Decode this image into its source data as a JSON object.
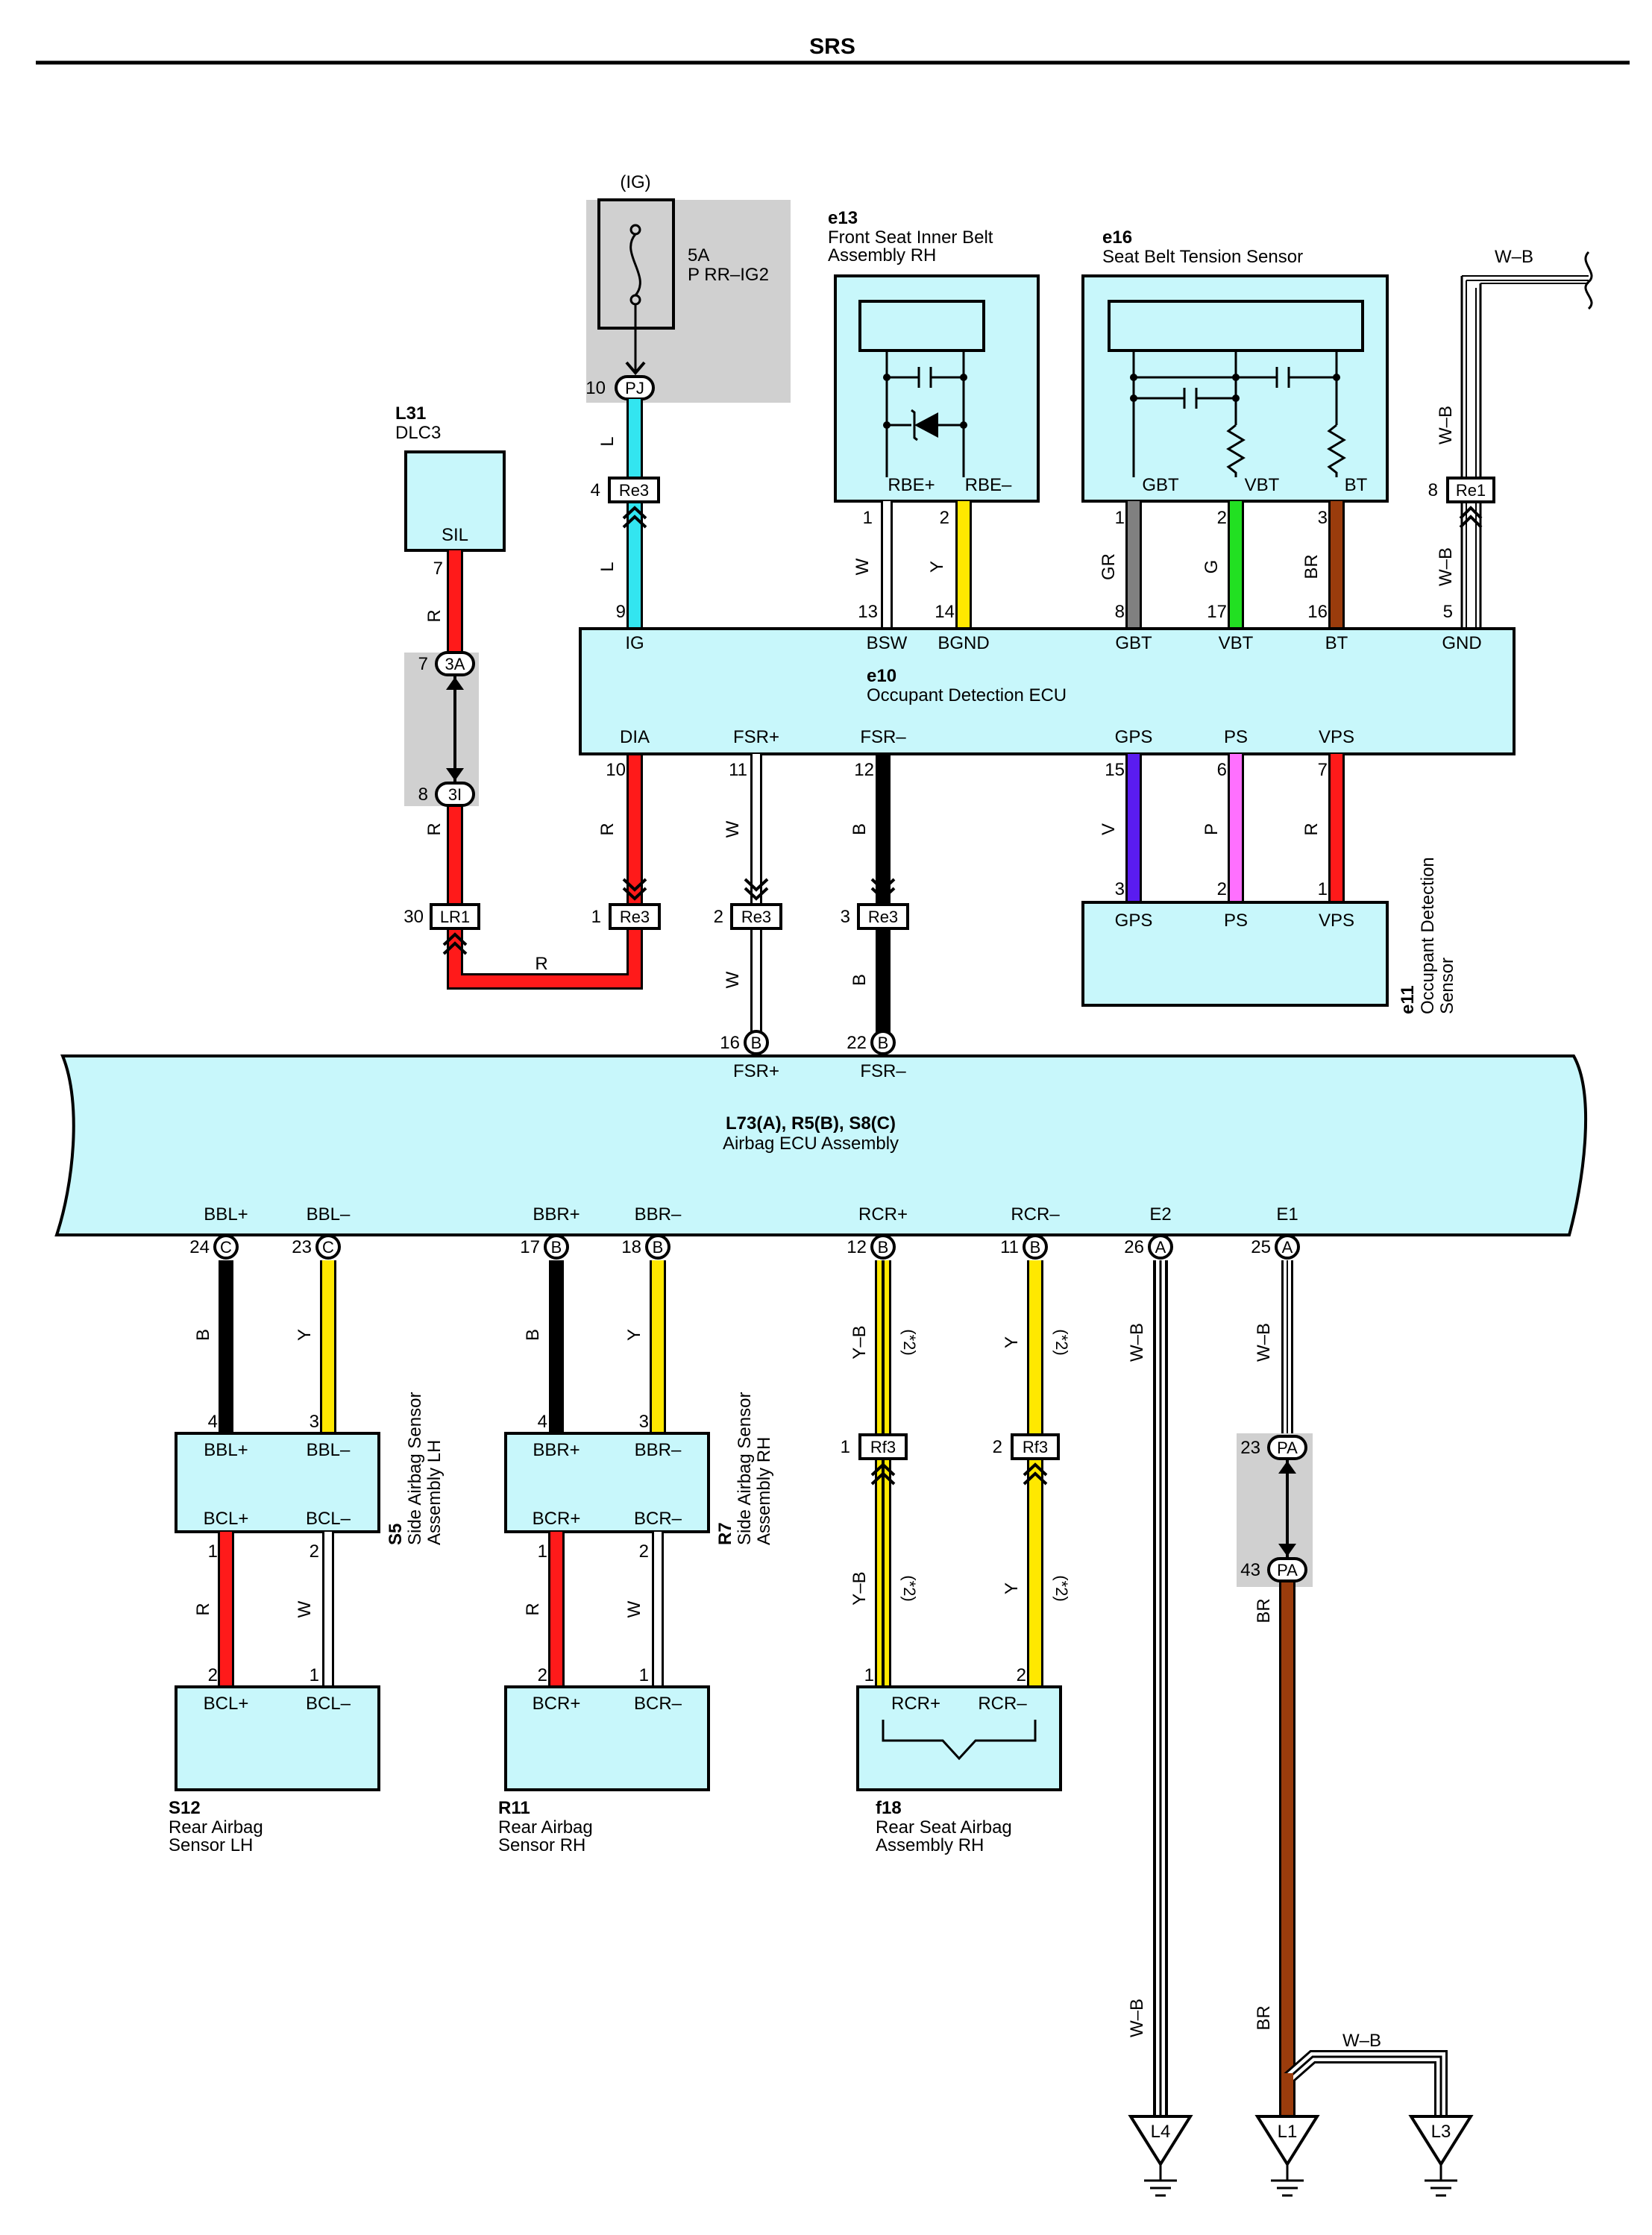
{
  "title": "SRS",
  "colors": {
    "component_fill": "#c8f7fb",
    "shade": "#d0d0d0",
    "wire_W": "#ffffff",
    "wire_L": "#33e5f0",
    "wire_Y": "#ffe800",
    "wire_R": "#ff1a1a",
    "wire_B": "#000000",
    "wire_GR": "#808080",
    "wire_G": "#22e022",
    "wire_BR": "#9a3c0c",
    "wire_V": "#5a1cf0",
    "wire_P": "#ff70ff"
  },
  "components": {
    "ig": {
      "label": "(IG)",
      "fuse_rating": "5A",
      "fuse_name": "P RR–IG2",
      "pin": "10",
      "conn": "PJ"
    },
    "l31": {
      "id": "L31",
      "name": "DLC3",
      "pin_sil": "SIL",
      "pin_no": "7"
    },
    "e13": {
      "id": "e13",
      "name1": "Front Seat Inner Belt",
      "name2": "Assembly RH",
      "pin_a": "RBE+",
      "pin_b": "RBE–",
      "no_a": "1",
      "no_b": "2"
    },
    "e16": {
      "id": "e16",
      "name": "Seat Belt Tension Sensor",
      "pin_a": "GBT",
      "pin_b": "VBT",
      "pin_c": "BT",
      "no_a": "1",
      "no_b": "2",
      "no_c": "3"
    },
    "e10": {
      "id": "e10",
      "name": "Occupant Detection ECU",
      "top_labels": [
        "IG",
        "BSW",
        "BGND",
        "GBT",
        "VBT",
        "BT",
        "GND"
      ],
      "top_nums": [
        "9",
        "13",
        "14",
        "8",
        "17",
        "16",
        "5"
      ],
      "bot_labels": [
        "DIA",
        "FSR+",
        "FSR–",
        "GPS",
        "PS",
        "VPS"
      ],
      "bot_nums": [
        "10",
        "11",
        "12",
        "15",
        "6",
        "7"
      ]
    },
    "e11": {
      "id": "e11",
      "name1": "Occupant Detection",
      "name2": "Sensor",
      "pins": [
        "GPS",
        "PS",
        "VPS"
      ],
      "nums": [
        "3",
        "2",
        "1"
      ]
    },
    "ecu": {
      "id": "L73(A), R5(B), S8(C)",
      "name": "Airbag ECU Assembly",
      "top_labels": [
        "FSR+",
        "FSR–"
      ],
      "top_nums": [
        "16",
        "22"
      ],
      "top_conn": [
        "B",
        "B"
      ],
      "bot_labels": [
        "BBL+",
        "BBL–",
        "BBR+",
        "BBR–",
        "RCR+",
        "RCR–",
        "E2",
        "E1"
      ],
      "bot_nums": [
        "24",
        "23",
        "17",
        "18",
        "12",
        "11",
        "26",
        "25"
      ],
      "bot_conn": [
        "C",
        "C",
        "B",
        "B",
        "B",
        "B",
        "A",
        "A"
      ]
    },
    "s5": {
      "id": "S5",
      "name1": "Side Airbag Sensor",
      "name2": "Assembly LH",
      "pins": [
        "BBL+",
        "BBL–",
        "BCL+",
        "BCL–"
      ],
      "nums_top": [
        "4",
        "3"
      ],
      "nums_bot": [
        "1",
        "2"
      ]
    },
    "r7": {
      "id": "R7",
      "name1": "Side Airbag Sensor",
      "name2": "Assembly RH",
      "pins": [
        "BBR+",
        "BBR–",
        "BCR+",
        "BCR–"
      ],
      "nums_top": [
        "4",
        "3"
      ],
      "nums_bot": [
        "1",
        "2"
      ]
    },
    "s12": {
      "id": "S12",
      "name1": "Rear Airbag",
      "name2": "Sensor LH",
      "pins": [
        "BCL+",
        "BCL–"
      ],
      "nums": [
        "2",
        "1"
      ]
    },
    "r11": {
      "id": "R11",
      "name1": "Rear Airbag",
      "name2": "Sensor RH",
      "pins": [
        "BCR+",
        "BCR–"
      ],
      "nums": [
        "2",
        "1"
      ]
    },
    "f18": {
      "id": "f18",
      "name1": "Rear Seat Airbag",
      "name2": "Assembly RH",
      "pins": [
        "RCR+",
        "RCR–"
      ],
      "nums": [
        "1",
        "2"
      ]
    }
  },
  "connectors": {
    "re3": "Re3",
    "re1": "Re1",
    "lr1": "LR1",
    "rf3": "Rf3",
    "c3a": "3A",
    "c3i": "3I",
    "pa": "PA",
    "re3_ig_pin": "4",
    "re1_pin": "8",
    "c3a_pin": "7",
    "c3i_pin": "8",
    "lr1_pin": "30",
    "re3_dia_pin": "1",
    "re3_fsrp_pin": "2",
    "re3_fsrm_pin": "3",
    "rf3_a_pin": "1",
    "rf3_b_pin": "2",
    "pa_a_pin": "23",
    "pa_b_pin": "43"
  },
  "wire_codes": {
    "L": "L",
    "R": "R",
    "W": "W",
    "Y": "Y",
    "B": "B",
    "GR": "GR",
    "G": "G",
    "BR": "BR",
    "WB": "W–B",
    "V": "V",
    "P": "P",
    "YB": "Y–B",
    "note": "(*2)"
  },
  "grounds": [
    "L4",
    "L1",
    "L3"
  ]
}
